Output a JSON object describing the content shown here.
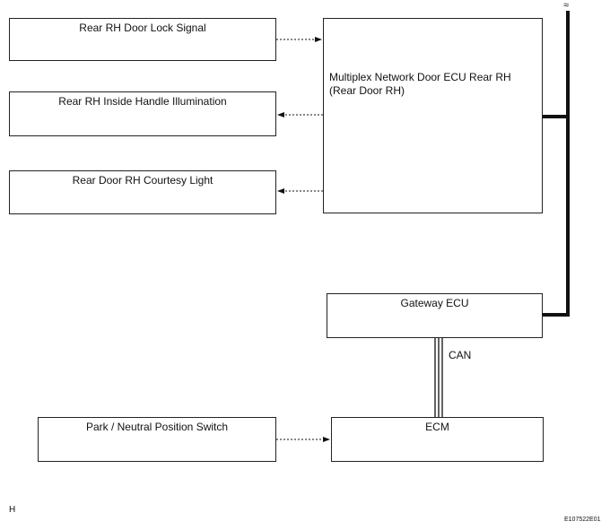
{
  "boxes": {
    "door_lock_signal": "Rear RH Door Lock Signal",
    "inside_handle_illumination": "Rear RH Inside Handle Illumination",
    "courtesy_light": "Rear Door RH Courtesy Light",
    "ecu_rear_rh_line1": "Multiplex Network Door ECU Rear RH",
    "ecu_rear_rh_line2": "(Rear Door RH)",
    "gateway_ecu": "Gateway ECU",
    "park_neutral_switch": "Park / Neutral Position Switch",
    "ecm": "ECM"
  },
  "labels": {
    "can": "CAN",
    "corner": "H",
    "figure_code": "E107522E01",
    "break_mark": "≈"
  },
  "colors": {
    "line": "#111111",
    "box_border": "#222222"
  }
}
